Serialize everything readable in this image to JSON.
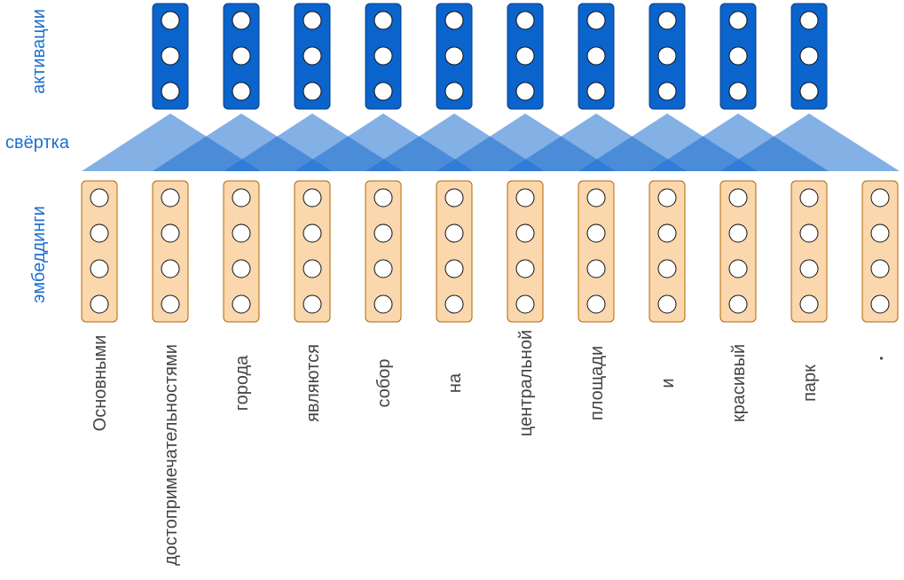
{
  "labels": {
    "activations": "активации",
    "convolution": "свёртка",
    "embeddings": "эмбеддинги"
  },
  "words": [
    "Основными",
    "достопримечательностями",
    "города",
    "являются",
    "собор",
    "на",
    "центральной",
    "площади",
    "и",
    "красивый",
    "парк",
    "."
  ],
  "structure": {
    "activation_count": 10,
    "units_per_activation": 3,
    "units_per_embedding": 4,
    "window_size": 3
  },
  "colors": {
    "activation_fill": "#0b63cc",
    "activation_stroke": "#0a3f82",
    "embedding_fill": "#fad7ac",
    "embedding_stroke": "#b46504",
    "triangle_fill": "#1d6fd0",
    "label_color": "#1d6fd0",
    "word_color": "#444444"
  }
}
